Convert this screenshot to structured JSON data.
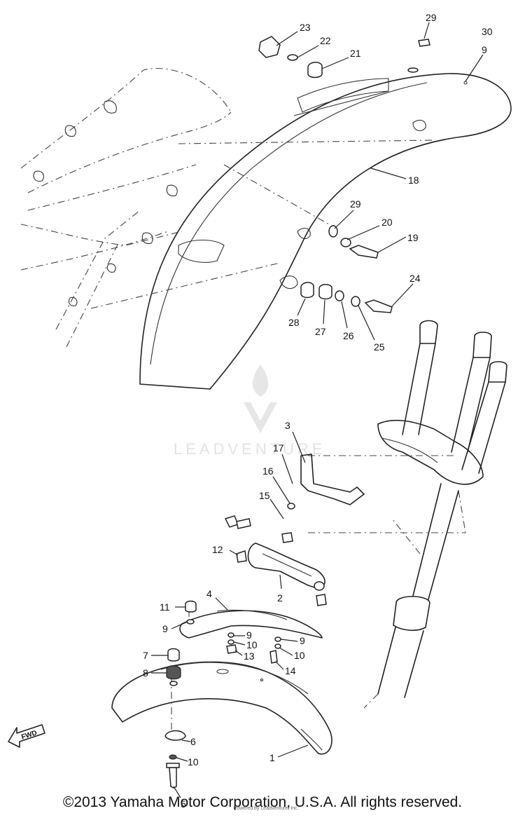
{
  "diagram": {
    "callouts": [
      "1",
      "2",
      "3",
      "4",
      "5",
      "6",
      "7",
      "8",
      "9",
      "9",
      "9",
      "9",
      "10",
      "10",
      "10",
      "11",
      "12",
      "13",
      "14",
      "15",
      "16",
      "17",
      "18",
      "19",
      "20",
      "21",
      "22",
      "23",
      "24",
      "25",
      "26",
      "27",
      "28",
      "29",
      "29",
      "30"
    ],
    "watermark": "LEADVENTURE",
    "forward_label": "FWD"
  },
  "footer": {
    "copyright": "©2013 Yamaha Motor Corporation, U.S.A. All rights reserved.",
    "credit": "Powered by Leadventure, Inc."
  }
}
